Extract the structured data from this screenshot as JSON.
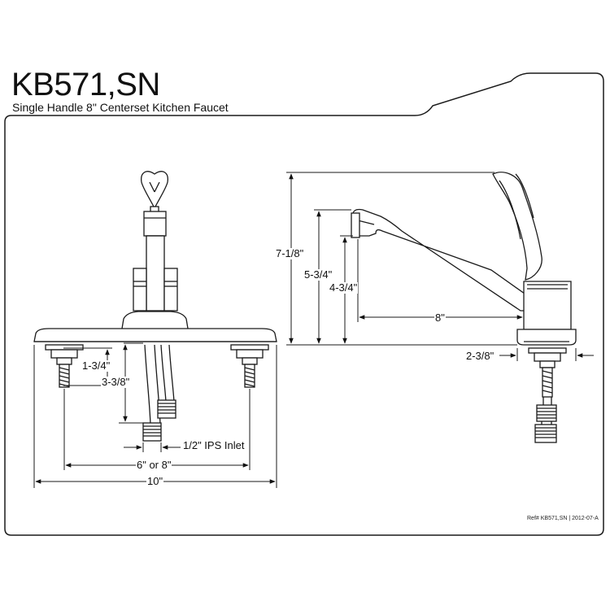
{
  "header": {
    "model": "KB571,SN",
    "description": "Single Handle 8\" Centerset Kitchen Faucet"
  },
  "dimensions": {
    "overall_height": "7-1/8\"",
    "spout_height": "5-3/4\"",
    "spout_clearance": "4-3/4\"",
    "spout_reach": "8\"",
    "base_diameter": "2-3/8\"",
    "shank_height": "1-3/4\"",
    "supply_length": "3-3/8\"",
    "inlet": "1/2\" IPS Inlet",
    "centers": "6\" or 8\"",
    "plate_length": "10\""
  },
  "footer": {
    "reference": "Ref# KB571,SN | 2012-07-A"
  },
  "colors": {
    "line": "#1a1a1a",
    "background": "#ffffff"
  }
}
